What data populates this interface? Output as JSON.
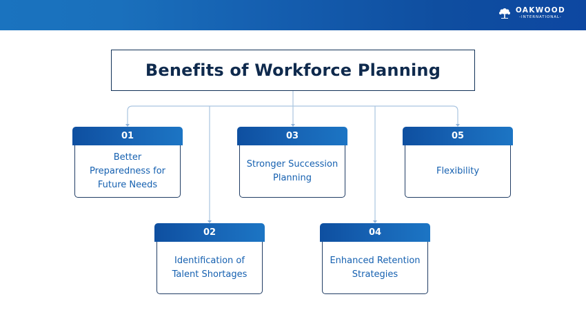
{
  "header": {
    "brand": {
      "name": "OAKWOOD",
      "subtitle": "-INTERNATIONAL-",
      "icon": "tree-icon"
    },
    "colors": {
      "bar_left": "#1a73bf",
      "bar_right": "#0d47a1"
    }
  },
  "diagram": {
    "title": "Benefits of Workforce Planning",
    "colors": {
      "title_text": "#0f2a4d",
      "card_header": "#1763b4",
      "card_text": "#1560b0",
      "connector": "#a9c4e0"
    },
    "items": [
      {
        "number": "01",
        "label": "Better Preparedness for Future Needs",
        "lines": [
          "Better",
          "Preparedness for",
          "Future Needs"
        ]
      },
      {
        "number": "02",
        "label": "Identification of Talent Shortages",
        "lines": [
          "Identification of",
          "Talent Shortages"
        ]
      },
      {
        "number": "03",
        "label": "Stronger Succession Planning",
        "lines": [
          "Stronger Succession",
          "Planning"
        ]
      },
      {
        "number": "04",
        "label": "Enhanced Retention Strategies",
        "lines": [
          "Enhanced Retention",
          "Strategies"
        ]
      },
      {
        "number": "05",
        "label": "Flexibility",
        "lines": [
          "Flexibility"
        ]
      }
    ]
  }
}
